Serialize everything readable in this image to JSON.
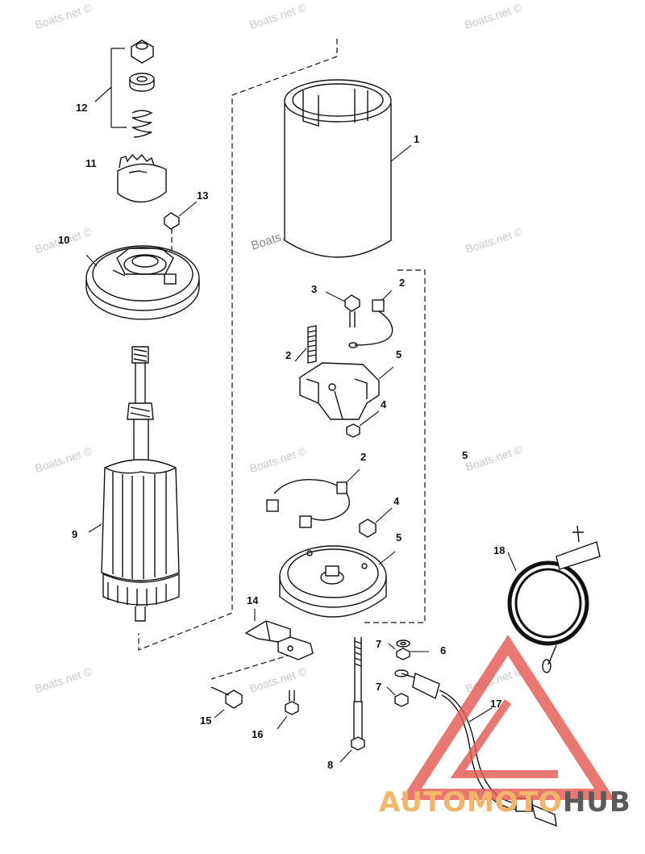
{
  "watermark": "Boats.net ©",
  "brand": {
    "part1": "AUTOMOTO",
    "part2": "HUB",
    "accent": "#f2b56a",
    "secondary": "#5a5a5a",
    "logo_color": "#e35b52"
  },
  "callouts": [
    {
      "id": "c1",
      "label": "1"
    },
    {
      "id": "c2a",
      "label": "2"
    },
    {
      "id": "c2b",
      "label": "2"
    },
    {
      "id": "c2c",
      "label": "2"
    },
    {
      "id": "c3",
      "label": "3"
    },
    {
      "id": "c4a",
      "label": "4"
    },
    {
      "id": "c4b",
      "label": "4"
    },
    {
      "id": "c5a",
      "label": "5"
    },
    {
      "id": "c5b",
      "label": "5"
    },
    {
      "id": "c5c",
      "label": "5"
    },
    {
      "id": "c6",
      "label": "6"
    },
    {
      "id": "c7a",
      "label": "7"
    },
    {
      "id": "c7b",
      "label": "7"
    },
    {
      "id": "c8",
      "label": "8"
    },
    {
      "id": "c9",
      "label": "9"
    },
    {
      "id": "c10",
      "label": "10"
    },
    {
      "id": "c11",
      "label": "11"
    },
    {
      "id": "c12",
      "label": "12"
    },
    {
      "id": "c13",
      "label": "13"
    },
    {
      "id": "c14",
      "label": "14"
    },
    {
      "id": "c15",
      "label": "15"
    },
    {
      "id": "c16",
      "label": "16"
    },
    {
      "id": "c17",
      "label": "17"
    },
    {
      "id": "c18",
      "label": "18"
    }
  ]
}
